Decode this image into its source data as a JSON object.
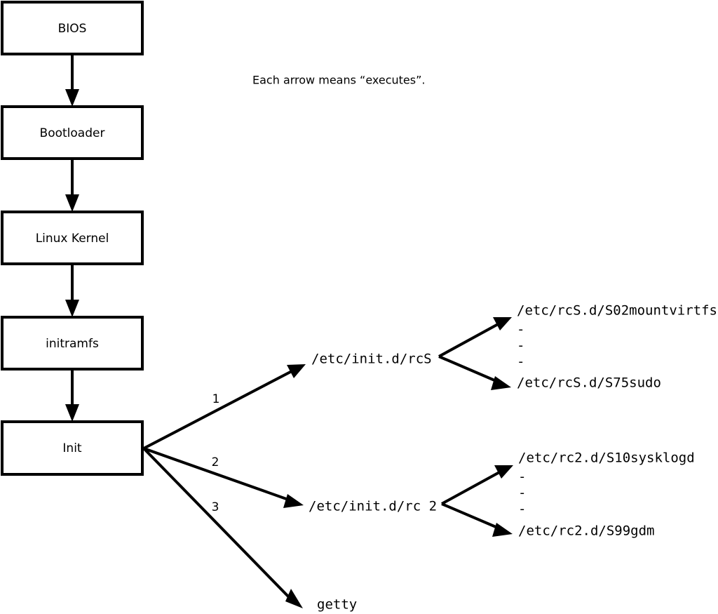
{
  "diagram": {
    "title_note": "Each arrow means “executes”.",
    "colors": {
      "stroke": "#000000",
      "fill": "#ffffff",
      "background": "#ffffff"
    },
    "boot_chain": [
      {
        "label": "BIOS"
      },
      {
        "label": "Bootloader"
      },
      {
        "label": "Linux Kernel"
      },
      {
        "label": "initramfs"
      },
      {
        "label": "Init"
      }
    ],
    "init_branches": [
      {
        "number": "1",
        "target": "/etc/init.d/rcS"
      },
      {
        "number": "2",
        "target": "/etc/init.d/rc 2"
      },
      {
        "number": "3",
        "target": "getty"
      }
    ],
    "rcs_scripts": {
      "first": "/etc/rcS.d/S02mountvirtfs",
      "ellipsis": [
        "-",
        "-",
        "-"
      ],
      "last": "/etc/rcS.d/S75sudo"
    },
    "rc2_scripts": {
      "first": "/etc/rc2.d/S10sysklogd",
      "ellipsis": [
        "-",
        "-",
        "-"
      ],
      "last": "/etc/rc2.d/S99gdm"
    }
  }
}
